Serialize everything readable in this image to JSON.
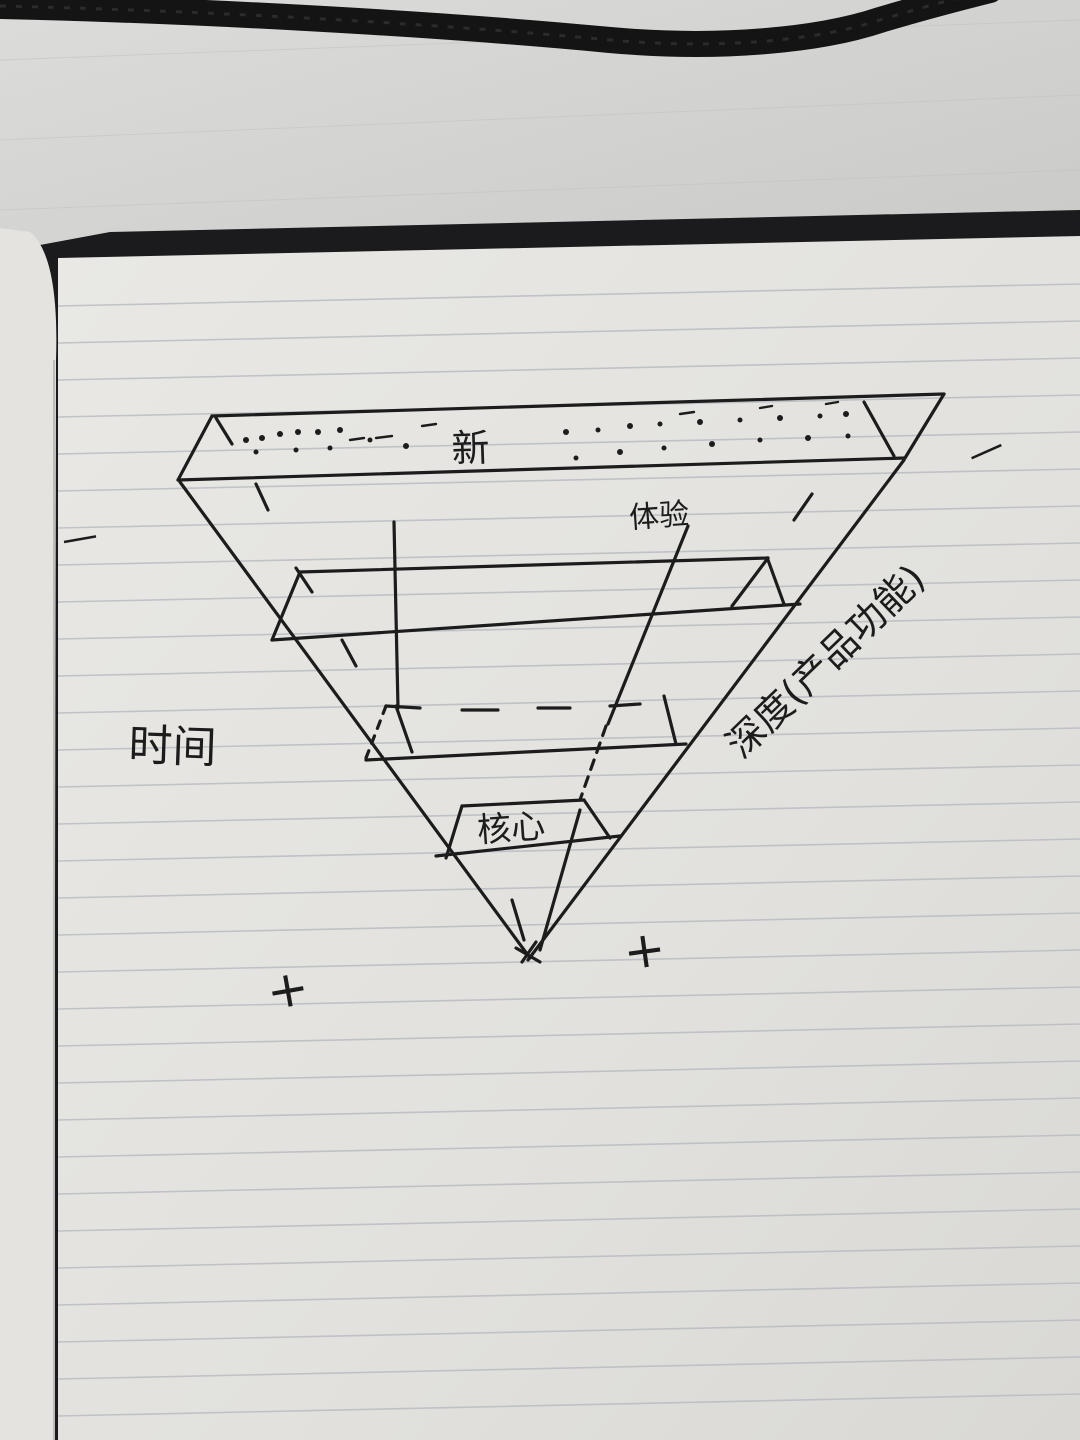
{
  "photo": {
    "subject": "notebook-sketch",
    "colors": {
      "desk": "#d4d4d2",
      "paper": "#e6e5e1",
      "rule_line": "#b9bcc4",
      "ink": "#1c1c1c",
      "cable": "#141414"
    }
  },
  "sketch": {
    "top_band_label": "新",
    "upper_right_label": "体验",
    "core_label": "核心",
    "left_axis_label": "时间",
    "right_axis_label": "深度(产品功能)",
    "axis_marks": {
      "top_left": "—",
      "top_right": "—",
      "bottom_left": "+",
      "bottom_right": "+"
    }
  }
}
